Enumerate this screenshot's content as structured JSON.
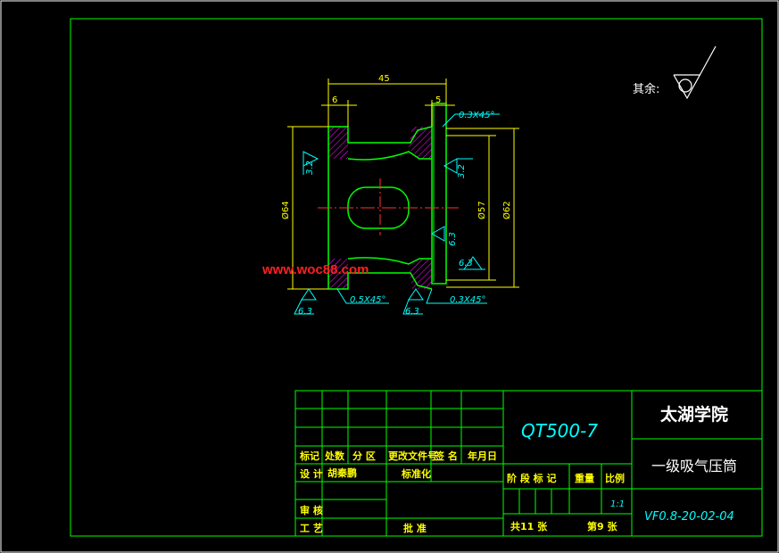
{
  "drawing": {
    "surface_symbol_label": "其余:",
    "dimensions": {
      "overall_length": "45",
      "left_width": "6",
      "right_width": "5",
      "dia_64": "Ø64",
      "dia_57": "Ø57",
      "dia_62": "Ø62"
    },
    "chamfers": {
      "top_right": "0.3X45°",
      "bottom_left": "0.5X45°",
      "bottom_right": "0.3X45°"
    },
    "roughness": {
      "left_face": "3.2",
      "right_face": "3.2",
      "bore": "6.3",
      "right_lower": "6.3",
      "bottom_left": "6.3",
      "bottom_mid": "6.3"
    },
    "watermark": "www.woc88.com"
  },
  "title_block": {
    "material": "QT500-7",
    "school": "太湖学院",
    "part_name": "一级吸气压筒",
    "drawing_no": "VF0.8-20-02-04",
    "scale": "1:1",
    "row_headers": {
      "mark": "标记",
      "count": "处数",
      "zone": "分 区",
      "change_doc": "更改文件号",
      "sign": "签 名",
      "date": "年月日"
    },
    "design": "设 计",
    "designer": "胡秦鹏",
    "standardize": "标准化",
    "stage_mark": "阶 段 标 记",
    "weight": "重量",
    "ratio": "比例",
    "review": "审 核",
    "process": "工 艺",
    "approve": "批 准",
    "sheets_total": "共11 张",
    "sheet_no": "第9 张"
  }
}
